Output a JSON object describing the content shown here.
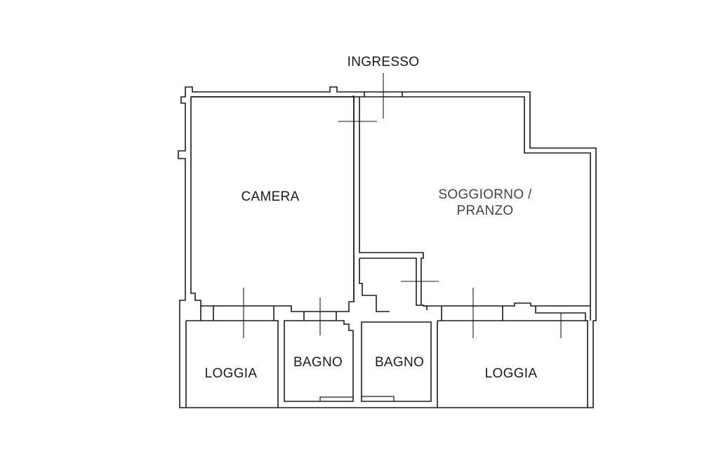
{
  "plan": {
    "labels": {
      "ingresso": "INGRESSO",
      "camera": "CAMERA",
      "soggiorno_line1": "SOGGIORNO /",
      "soggiorno_line2": "PRANZO",
      "loggia_left": "LOGGIA",
      "bagno_left": "BAGNO",
      "bagno_right": "BAGNO",
      "loggia_right": "LOGGIA"
    },
    "colors": {
      "wall": "#1a1a1a",
      "background": "#ffffff"
    }
  }
}
